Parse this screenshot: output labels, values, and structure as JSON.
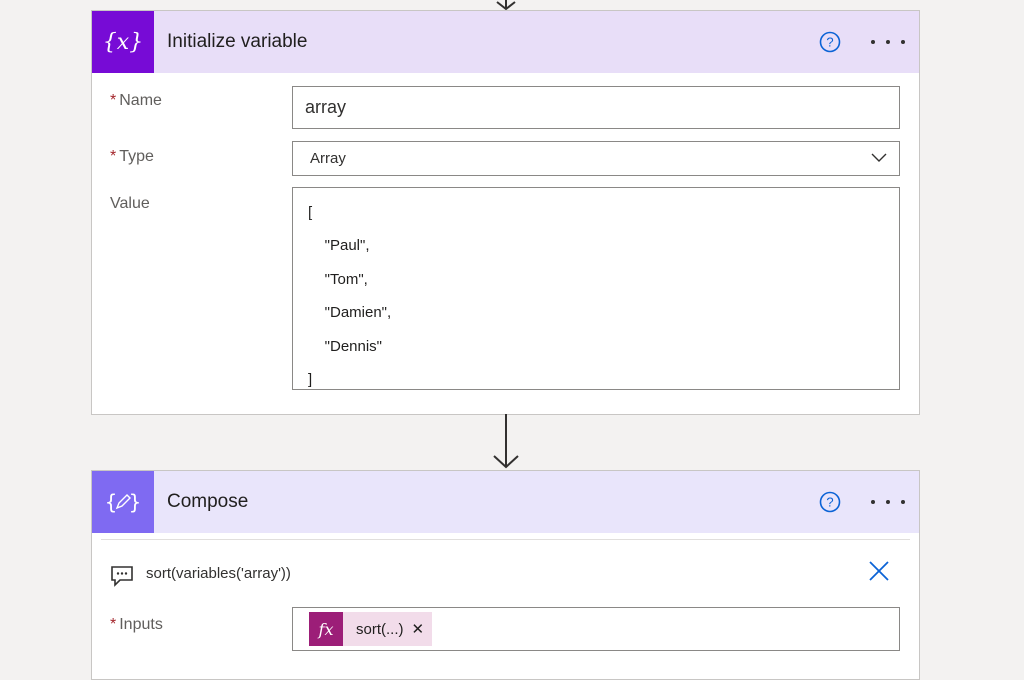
{
  "init_card": {
    "title": "Initialize variable",
    "icon": "variable-icon",
    "accent_color": "#770bd6",
    "fields": {
      "name_label": "Name",
      "name_value": "array",
      "type_label": "Type",
      "type_value": "Array",
      "value_label": "Value",
      "value_lines": [
        "[",
        "    \"Paul\",",
        "    \"Tom\",",
        "    \"Damien\",",
        "    \"Dennis\"",
        "]"
      ]
    },
    "required_marker": "*"
  },
  "compose_card": {
    "title": "Compose",
    "icon": "compose-icon",
    "accent_color": "#7f6af2",
    "comment": "sort(variables('array'))",
    "inputs_label": "Inputs",
    "token": {
      "fx_symbol": "fx",
      "label": "sort(...)",
      "remove_symbol": "✕",
      "color": "#9c1e78"
    },
    "required_marker": "*"
  }
}
